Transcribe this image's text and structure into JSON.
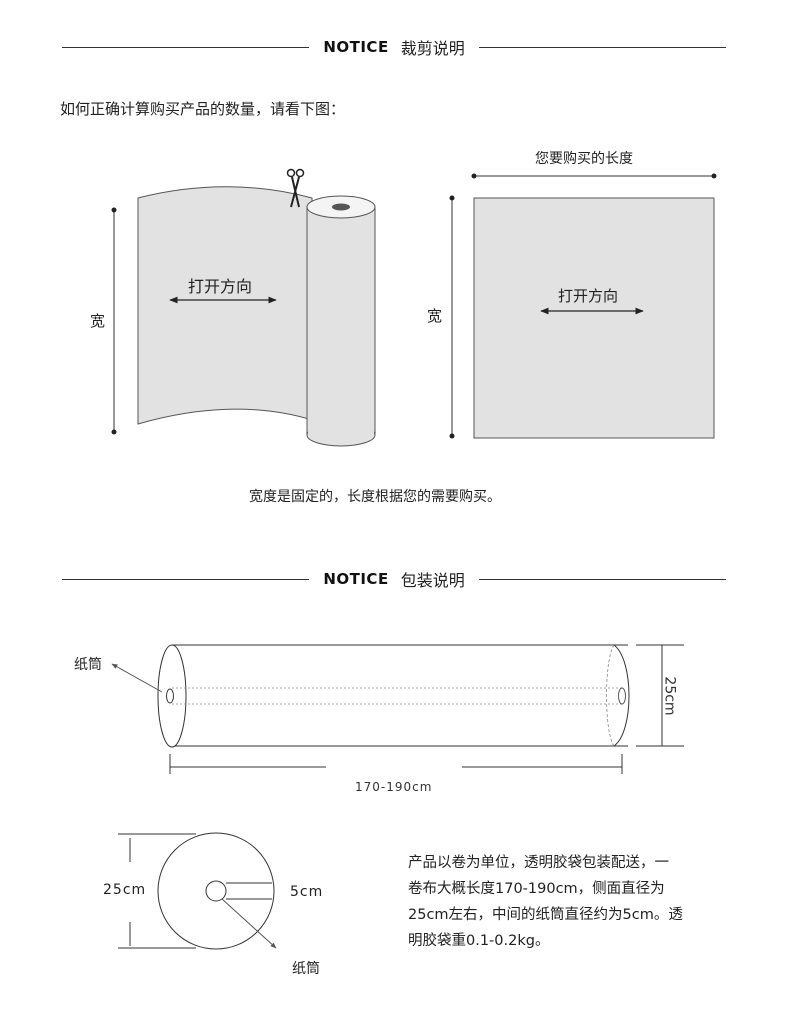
{
  "section1": {
    "notice": "NOTICE",
    "title": "裁剪说明",
    "intro": "如何正确计算购买产品的数量，请看下图：",
    "left_diagram": {
      "width_label": "宽",
      "direction_label": "打开方向"
    },
    "right_diagram": {
      "length_label": "您要购买的长度",
      "width_label": "宽",
      "direction_label": "打开方向"
    },
    "caption": "宽度是固定的，长度根据您的需要购买。"
  },
  "section2": {
    "notice": "NOTICE",
    "title": "包装说明",
    "roll_side": {
      "tube_label": "纸筒",
      "diameter_label": "25cm",
      "length_label": "170-190cm"
    },
    "roll_end": {
      "diameter_label": "25cm",
      "core_label": "5cm",
      "tube_label": "纸筒"
    },
    "description": [
      "产品以卷为单位，透明胶袋包装配送，一",
      "卷布大概长度170-190cm，侧面直径为",
      "25cm左右，中间的纸筒直径约为5cm。透",
      "明胶袋重0.1-0.2kg。"
    ]
  }
}
